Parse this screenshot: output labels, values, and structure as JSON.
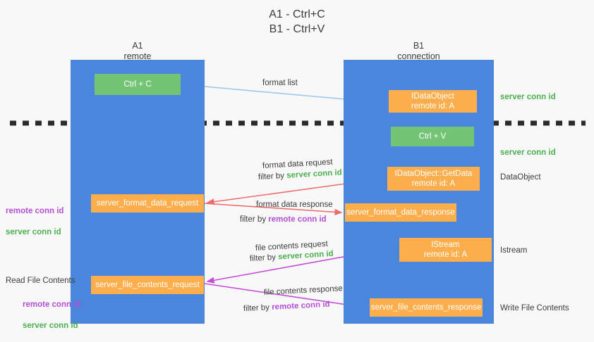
{
  "title": {
    "line1": "A1 - Ctrl+C",
    "line2": "B1 - Ctrl+V"
  },
  "columns": [
    {
      "id": "a1",
      "name": "A1",
      "role": "remote",
      "header": "A1\nremote"
    },
    {
      "id": "b1",
      "name": "B1",
      "role": "connection",
      "header": "B1\nconnection"
    }
  ],
  "boxes": {
    "ctrl_c": "Ctrl + C",
    "ctrl_v": "Ctrl + V",
    "idataobject_remote": "IDataObject\nremote id: A",
    "getdata": "IDataObject::GetData\nremote id: A",
    "istream": "IStream\nremote id: A",
    "server_format_data_request": "server_format_data_request",
    "server_format_data_response": "server_format_data_response",
    "server_file_contents_request": "server_file_contents_request",
    "server_file_contents_response": "server_file_contents_response"
  },
  "flows": {
    "format_list": "format list",
    "format_data_request": "format data request",
    "format_data_request_filter_prefix": "filter by ",
    "format_data_request_filter_value": "server conn id",
    "format_data_response": "format data response",
    "format_data_response_filter_prefix": "filter by ",
    "format_data_response_filter_value": "remote conn id",
    "file_contents_request": "file contents request",
    "file_contents_request_filter_prefix": "filter by ",
    "file_contents_request_filter_value": "server conn id",
    "file_contents_response": "file contents response",
    "file_contents_response_filter_prefix": "filter by ",
    "file_contents_response_filter_value": "remote conn id"
  },
  "annotations": {
    "right_server_conn_id_1": "server conn id",
    "right_server_conn_id_2": "server conn id",
    "dataobject": "DataObject",
    "istream": "Istream",
    "write_file_contents": "Write File Contents",
    "left_remote_conn_id_1": "remote conn id",
    "left_server_conn_id_1": "server conn id",
    "read_file_contents": "Read File Contents",
    "left_remote_conn_id_2": "remote conn id",
    "left_server_conn_id_2": "server conn id"
  },
  "colors": {
    "background": "#f8f8f8",
    "lane": "#4a86dc",
    "box_green": "#74c476",
    "box_orange": "#fcae4c",
    "arrow_light_blue": "#9cc7ef",
    "arrow_red": "#ef6b6b",
    "arrow_purple": "#c44ed6",
    "arrow_black": "#111111",
    "divider_dashed": "#2b2b2b",
    "text_green": "#4caf50",
    "text_purple": "#b54fd6",
    "text_dark": "#3c3c3c"
  }
}
